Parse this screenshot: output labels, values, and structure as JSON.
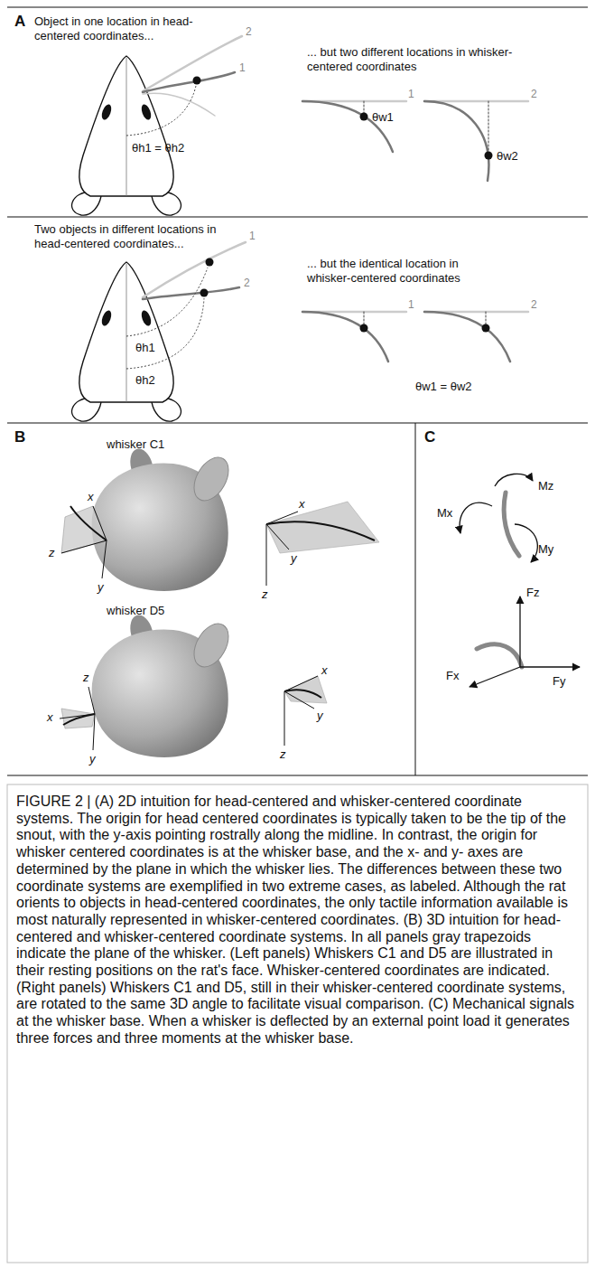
{
  "diagram": {
    "caption": "FIGURE 2 | (A) 2D intuition for head-centered and whisker-centered coordinate systems. The origin for head centered coordinates is typically taken to be the tip of the snout, with the y-axis pointing rostrally along the midline. In contrast, the origin for whisker centered coordinates is at the whisker base, and the x- and y- axes are determined by the plane in which the whisker lies. The differences between these two coordinate systems are exemplified in two extreme cases, as labeled. Although the rat orients to objects in head-centered coordinates, the only tactile information available is most naturally represented in whisker-centered coordinates. (B) 3D intuition for head-centered and whisker-centered coordinate systems. In all panels gray trapezoids indicate the plane of the whisker. (Left panels) Whiskers C1 and D5 are illustrated in their resting positions on the rat's face. Whisker-centered coordinates are indicated. (Right panels) Whiskers C1 and D5, still in their whisker-centered coordinate systems, are rotated to the same 3D angle to facilitate visual comparison. (C) Mechanical signals at the whisker base. When a whisker is deflected by an external point load it generates three forces and three moments at the whisker base.",
    "labels": [
      "A",
      "Object in one location in head-centered coordinates...",
      "2",
      "1",
      "θh1 = θh2",
      "... but two different locations in whisker-centered coordinates",
      "1",
      "θw1",
      "2",
      "θw2",
      "Two objects in different locations in head-centered coordinates...",
      "1",
      "2",
      "θh1",
      "θh2",
      "... but the identical location in whisker-centered coordinates",
      "1",
      "2",
      "θw1 = θw2",
      "B",
      "whisker C1",
      "x",
      "z",
      "y",
      "x",
      "y",
      "z",
      "whisker D5",
      "z",
      "x",
      "y",
      "x",
      "y",
      "z",
      "C",
      "Mz",
      "Mx",
      "My",
      "Fz",
      "Fx",
      "Fy"
    ]
  }
}
